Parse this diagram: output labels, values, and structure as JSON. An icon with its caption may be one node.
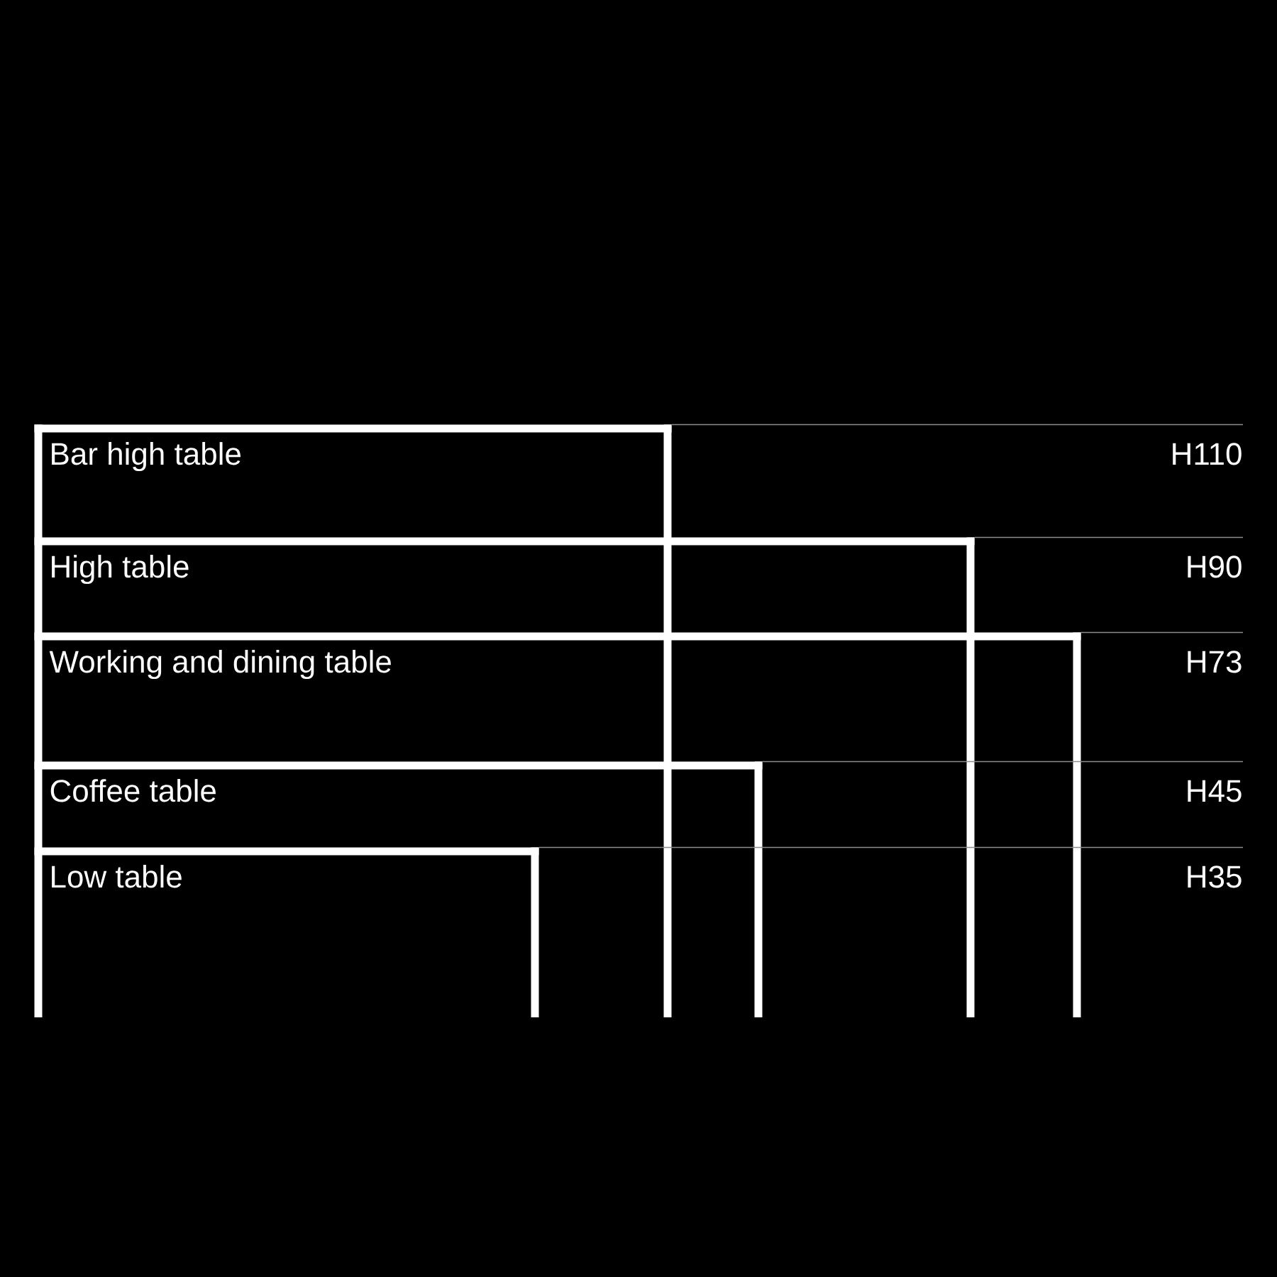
{
  "diagram": {
    "nodes": [
      {
        "text": [
          "Bar high table",
          "H110"
        ]
      },
      {
        "text": [
          "High table",
          "H90"
        ]
      },
      {
        "text": [
          "Working and dining table",
          "H73"
        ]
      },
      {
        "text": [
          "Coffee table",
          "H45"
        ]
      },
      {
        "text": [
          "Low table",
          "H35"
        ]
      }
    ]
  }
}
